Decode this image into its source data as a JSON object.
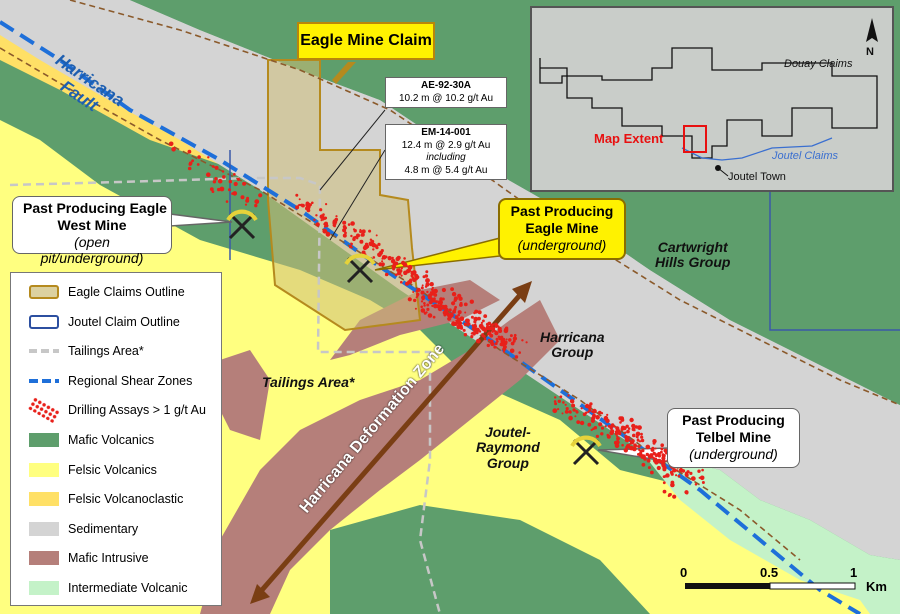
{
  "colors": {
    "mafic_volcanics": "#5e9e6c",
    "felsic_volcanics": "#ffff80",
    "felsic_volcanoclastic": "#ffe066",
    "sedimentary": "#d4d4d4",
    "mafic_intrusive": "#b57f7a",
    "intermediate_volcanic": "#c4f2c8",
    "drill_red": "#e8201a",
    "shear_blue": "#1e6fd9",
    "claim_gold": "#b58a1e"
  },
  "labels": {
    "harricana_fault": "Harricana\nFault",
    "deformation_zone": "Harricana Deformation Zone",
    "tailings_area": "Tailings Area*",
    "cartwright": "Cartwright\nHills Group",
    "harricana_group": "Harricana\nGroup",
    "joutel_raymond": "Joutel-\nRaymond\nGroup"
  },
  "claim_label": "Eagle Mine Claim",
  "drill_holes": [
    {
      "id": "AE-92-30A",
      "lines": [
        "10.2 m @ 10.2 g/t Au"
      ]
    },
    {
      "id": "EM-14-001",
      "lines": [
        "12.4 m @ 2.9 g/t Au",
        "including",
        "4.8 m @ 5.4 g/t Au"
      ]
    }
  ],
  "mines": [
    {
      "name": "Past Producing Eagle\nWest Mine",
      "type": "(open pit/underground)",
      "highlight": false
    },
    {
      "name": "Past Producing\nEagle Mine",
      "type": "(underground)",
      "highlight": true
    },
    {
      "name": "Past Producing\nTelbel Mine",
      "type": "(underground)",
      "highlight": false
    }
  ],
  "legend": [
    {
      "label": "Eagle Claims Outline",
      "kind": "claim"
    },
    {
      "label": "Joutel Claim Outline",
      "kind": "joutel"
    },
    {
      "label": "Tailings Area*",
      "kind": "tailings"
    },
    {
      "label": "Regional Shear Zones",
      "kind": "shear"
    },
    {
      "label": "Drilling Assays > 1 g/t Au",
      "kind": "assay"
    },
    {
      "label": "Mafic Volcanics",
      "kind": "fill",
      "color": "#5e9e6c"
    },
    {
      "label": "Felsic Volcanics",
      "kind": "fill",
      "color": "#ffff80"
    },
    {
      "label": "Felsic Volcanoclastic",
      "kind": "fill",
      "color": "#ffe066"
    },
    {
      "label": "Sedimentary",
      "kind": "fill",
      "color": "#d4d4d4"
    },
    {
      "label": "Mafic Intrusive",
      "kind": "fill",
      "color": "#b57f7a"
    },
    {
      "label": "Intermediate Volcanic",
      "kind": "fill",
      "color": "#c4f2c8"
    }
  ],
  "inset": {
    "douay": "Douay Claims",
    "map_extent": "Map Extent",
    "joutel_claims": "Joutel Claims",
    "joutel_town": "Joutel Town",
    "north": "N"
  },
  "scale": {
    "ticks": [
      "0",
      "0.5",
      "1"
    ],
    "unit": "Km"
  }
}
